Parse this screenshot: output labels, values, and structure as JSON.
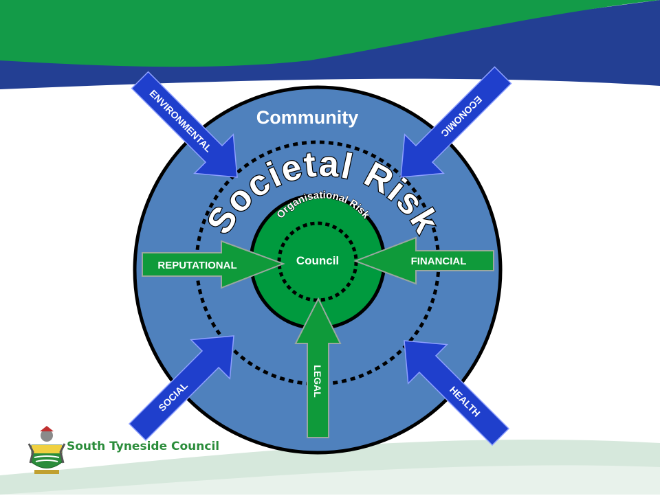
{
  "diagram": {
    "outer_ring_label": "Community",
    "middle_ring_label": "Societal Risk",
    "inner_ring_label": "Organisational Risk",
    "center_label": "Council",
    "arrows": {
      "environmental": "ENVIRONMENTAL",
      "economic": "ECONOMIC",
      "reputational": "REPUTATIONAL",
      "financial": "FINANCIAL",
      "social": "SOCIAL",
      "legal": "LEGAL",
      "health": "HEALTH"
    }
  },
  "logo": {
    "org_name": "South Tyneside Council"
  },
  "colors": {
    "header_green": "#139b48",
    "header_blue": "#233f93",
    "community_blue": "#4f81bd",
    "council_green": "#009a3e",
    "arrow_blue": "#1f3fcc",
    "arrow_green": "#0f9a3a",
    "footer_green": "#d6e8dc",
    "logo_green": "#2a8c3a"
  }
}
